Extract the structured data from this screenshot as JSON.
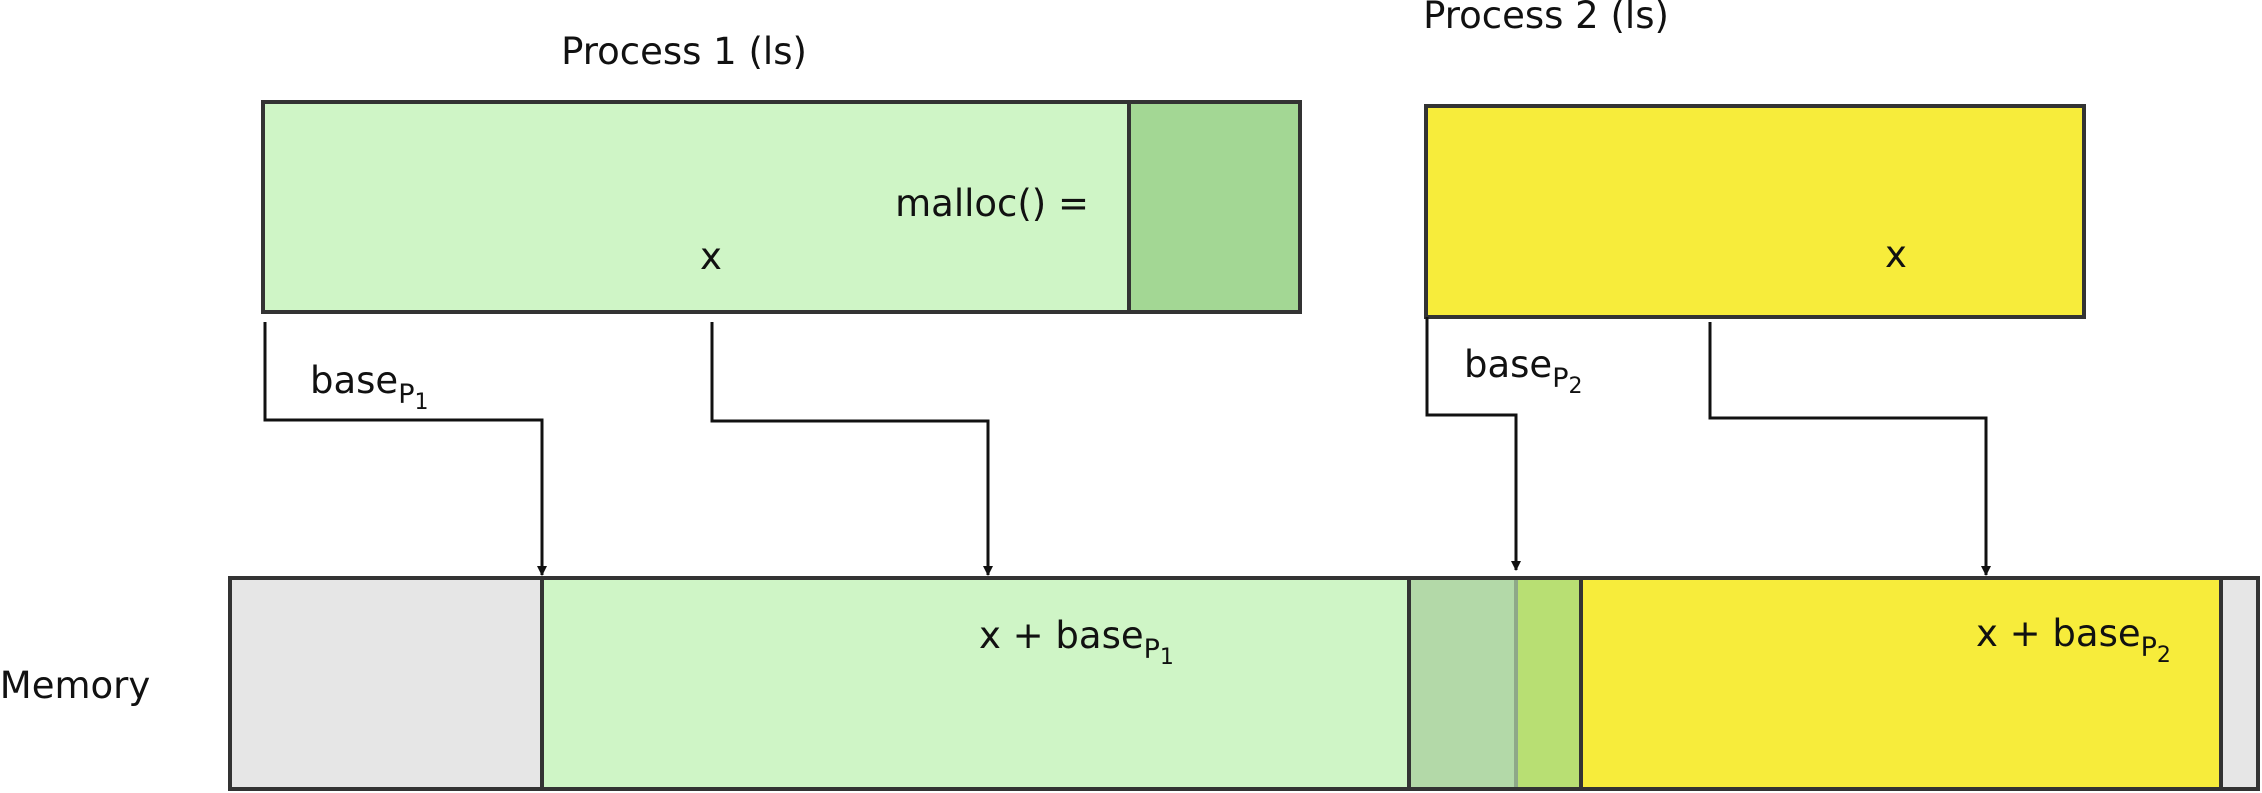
{
  "process1": {
    "title": "Process 1 (ls)",
    "malloc_label": "malloc() =",
    "var_label": "x",
    "base_label": "base",
    "base_sub": "P",
    "base_sub_num": "1"
  },
  "process2": {
    "title": "Process 2 (ls)",
    "var_label": "x",
    "base_label": "base",
    "base_sub": "P",
    "base_sub_num": "2"
  },
  "memory": {
    "label": "Memory",
    "p1_addr_prefix": "x + base",
    "p1_addr_sub": "P",
    "p1_addr_sub_num": "1",
    "p2_addr_prefix": "x + base",
    "p2_addr_sub": "P",
    "p2_addr_sub_num": "2"
  },
  "colors": {
    "p1_light": "#cff5c6",
    "p1_dark": "#a3d794",
    "p2": "#f7ec3b",
    "free": "#e6e6e6",
    "shared_pale": "#b3d9a8",
    "shared_bright": "#b8df73",
    "stroke": "#333333"
  }
}
